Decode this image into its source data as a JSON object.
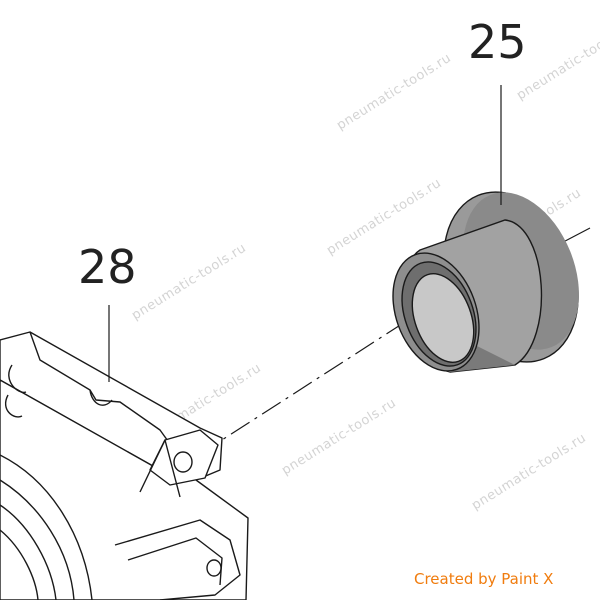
{
  "watermark": "pneumatic-tools.ru",
  "callouts": {
    "bushing": "25",
    "housing": "28"
  },
  "credit": "Created by Paint X",
  "colors": {
    "line": "#1a1a1a",
    "part_fill": "#9a9a9a",
    "part_shadow": "#6e6e6e",
    "bore": "#c8c8c8",
    "credit": "#f07c0e",
    "watermark": "#d4d4d4"
  }
}
